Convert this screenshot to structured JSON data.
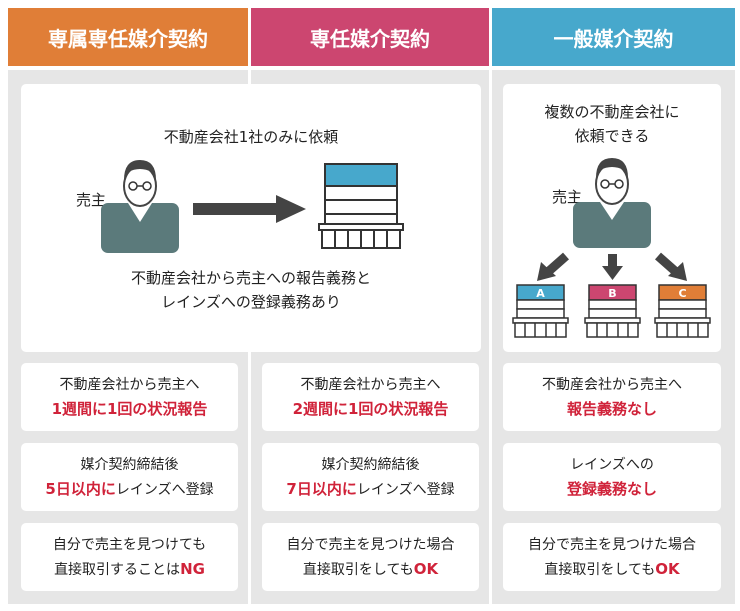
{
  "headers": {
    "col1": "専属専任媒介契約",
    "col2": "専任媒介契約",
    "col3": "一般媒介契約"
  },
  "colors": {
    "col1": "#e07e37",
    "col2": "#cc4670",
    "col3": "#47a8cc",
    "alert": "#d0233a",
    "arrow": "#444444",
    "shirt": "#5b7a7b"
  },
  "diagram_left": {
    "top_text": "不動産会社1社のみに依頼",
    "seller_label": "売主",
    "bottom_line1": "不動産会社から売主への報告義務と",
    "bottom_line2": "レインズへの登録義務あり"
  },
  "diagram_right": {
    "top_line1": "複数の不動産会社に",
    "top_line2": "依頼できる",
    "seller_label": "売主",
    "building_labels": [
      "A",
      "B",
      "C"
    ]
  },
  "rows": [
    [
      {
        "line1": "不動産会社から売主へ",
        "line2_red": "1週間に1回の状況報告",
        "line2_black": ""
      },
      {
        "line1": "不動産会社から売主へ",
        "line2_red": "2週間に1回の状況報告",
        "line2_black": ""
      },
      {
        "line1": "不動産会社から売主へ",
        "line2_red": "報告義務なし",
        "line2_black": ""
      }
    ],
    [
      {
        "line1": "媒介契約締結後",
        "line2_red": "5日以内に",
        "line2_black": "レインズへ登録"
      },
      {
        "line1": "媒介契約締結後",
        "line2_red": "7日以内に",
        "line2_black": "レインズへ登録"
      },
      {
        "line1": "レインズへの",
        "line2_red": "登録義務なし",
        "line2_black": ""
      }
    ],
    [
      {
        "line1": "自分で売主を見つけても",
        "line2_black": "直接取引することは",
        "line2_red": "NG"
      },
      {
        "line1": "自分で売主を見つけた場合",
        "line2_black": "直接取引をしても",
        "line2_red": "OK"
      },
      {
        "line1": "自分で売主を見つけた場合",
        "line2_black": "直接取引をしても",
        "line2_red": "OK"
      }
    ]
  ]
}
